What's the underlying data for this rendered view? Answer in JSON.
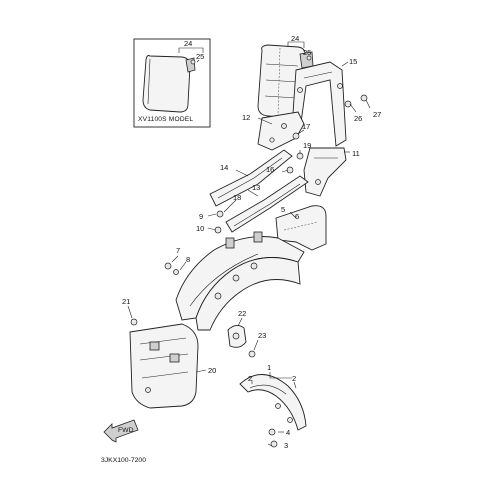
{
  "inset": {
    "model_label": "XV1100S MODEL",
    "callouts": [
      "24",
      "25"
    ]
  },
  "callouts": {
    "p1": "1",
    "p2a": "2",
    "p2b": "2",
    "p3": "3",
    "p4": "4",
    "p5": "5",
    "p6": "6",
    "p7": "7",
    "p8": "8",
    "p9": "9",
    "p10": "10",
    "p11": "11",
    "p12": "12",
    "p13": "13",
    "p14": "14",
    "p15": "15",
    "p16": "16",
    "p17": "17",
    "p18": "18",
    "p19": "19",
    "p20": "20",
    "p21": "21",
    "p22": "22",
    "p23": "23",
    "p24": "24",
    "p25": "25",
    "p26": "26",
    "p27": "27"
  },
  "fwd_label": "FWD",
  "diagram_code": "3JKX100-7200"
}
